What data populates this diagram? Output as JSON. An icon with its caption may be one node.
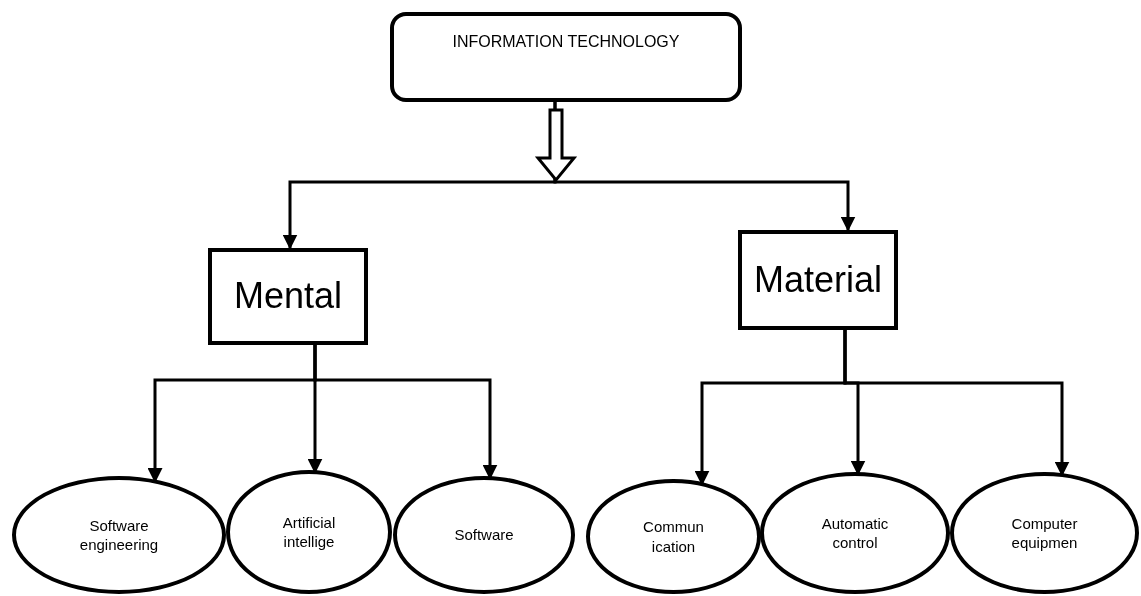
{
  "diagram": {
    "nodes": [
      {
        "text": [
          "INFORMATION TECHNOLOGY"
        ]
      },
      {
        "text": [
          "Mental"
        ]
      },
      {
        "text": [
          "Material"
        ]
      },
      {
        "text": [
          "Software engineering"
        ]
      },
      {
        "text": [
          "Artificial intellige"
        ]
      },
      {
        "text": [
          "Software"
        ]
      },
      {
        "text": [
          "Commun ication"
        ]
      },
      {
        "text": [
          "Automatic control"
        ]
      },
      {
        "text": [
          "Computer equipmen"
        ]
      }
    ],
    "edges": [
      {
        "from": 0,
        "to": 1,
        "arrow": "to"
      },
      {
        "from": 0,
        "to": 2,
        "arrow": "to"
      },
      {
        "from": 1,
        "to": 3,
        "arrow": "to"
      },
      {
        "from": 1,
        "to": 4,
        "arrow": "to"
      },
      {
        "from": 1,
        "to": 5,
        "arrow": "to"
      },
      {
        "from": 2,
        "to": 6,
        "arrow": "to"
      },
      {
        "from": 2,
        "to": 7,
        "arrow": "to"
      },
      {
        "from": 2,
        "to": 8,
        "arrow": "to"
      }
    ]
  }
}
